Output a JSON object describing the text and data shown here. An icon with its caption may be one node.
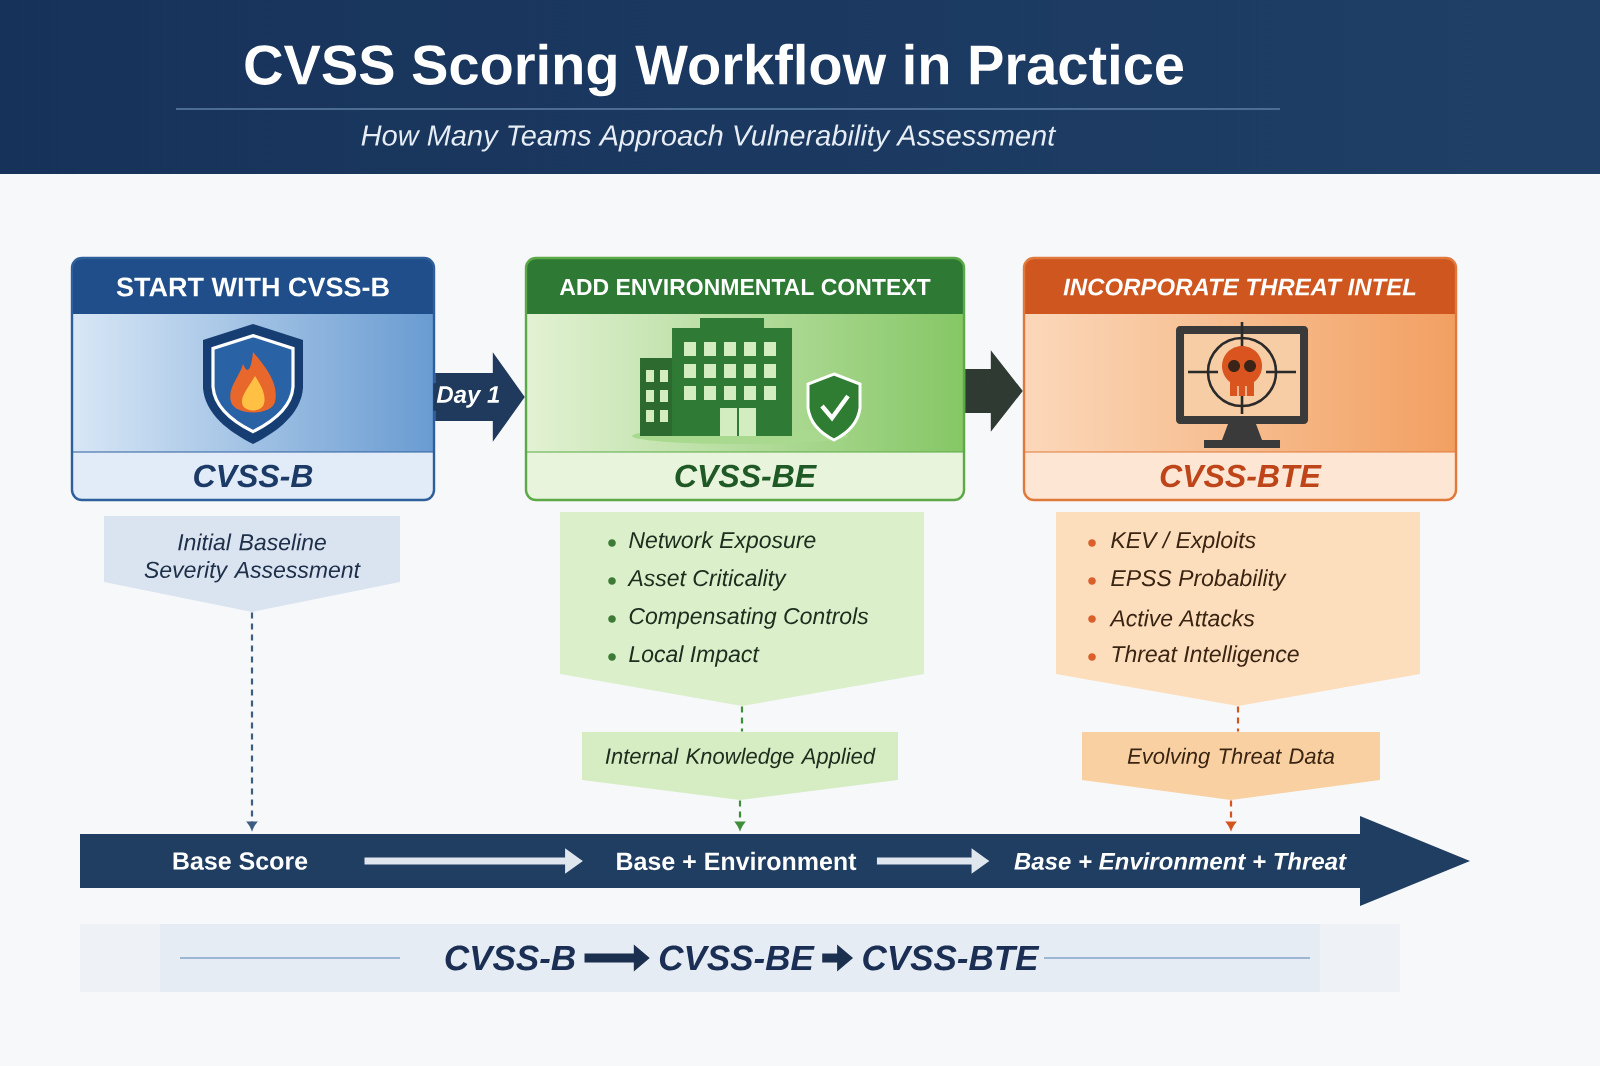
{
  "diagram": {
    "title": "CVSS Scoring Workflow in Practice",
    "nodes": [
      {
        "text": [
          "START WITH CVSS-B",
          "CVSS-B"
        ]
      },
      {
        "text": [
          "ADD ENVIRONMENTAL CONTEXT",
          "CVSS-BE"
        ]
      },
      {
        "text": [
          "INCORPORATE THREAT INTEL",
          "CVSS-BTE"
        ]
      },
      {
        "text": [
          "Initial Baseline Severity Assessment"
        ]
      },
      {
        "text": [
          "Network Exposure",
          "Asset Criticality",
          "Compensating Controls",
          "Local Impact"
        ]
      },
      {
        "text": [
          "Internal Knowledge Applied"
        ]
      },
      {
        "text": [
          "KEV / Exploits",
          "EPSS Probability",
          "Active Attacks",
          "Threat Intelligence"
        ]
      },
      {
        "text": [
          "Evolving Threat Data"
        ]
      },
      {
        "text": [],
        "shape": "arrow"
      },
      {
        "text": [
          "Base Score"
        ],
        "in": 8
      },
      {
        "text": [
          "Base + Environment"
        ],
        "in": 8
      },
      {
        "text": [
          "Base + Environment + Threat"
        ],
        "in": 8
      },
      {
        "text": [],
        "shape": "band"
      },
      {
        "text": [
          "CVSS-B"
        ],
        "in": 12
      },
      {
        "text": [
          "CVSS-BE"
        ],
        "in": 12
      },
      {
        "text": [
          "CVSS-BTE"
        ],
        "in": 12
      }
    ],
    "edges": [
      {
        "from": 0,
        "to": 1,
        "arrow": "to",
        "label": "Day 1",
        "style": "thick",
        "color": "#1f3a5c"
      },
      {
        "from": 1,
        "to": 2,
        "arrow": "to",
        "style": "thick",
        "color": "#2f3a33"
      },
      {
        "from": 3,
        "to": 9,
        "arrow": "to",
        "style": "dashed",
        "color": "#3d5d82"
      },
      {
        "from": 4,
        "to": 5,
        "arrow": "none",
        "style": "dashed",
        "color": "#3f8f3a"
      },
      {
        "from": 5,
        "to": 10,
        "arrow": "to",
        "style": "dashed",
        "color": "#3f8f3a"
      },
      {
        "from": 6,
        "to": 7,
        "arrow": "none",
        "style": "dashed",
        "color": "#d2561d"
      },
      {
        "from": 7,
        "to": 11,
        "arrow": "to",
        "style": "dashed",
        "color": "#d2561d"
      },
      {
        "from": 9,
        "to": 10,
        "arrow": "to",
        "color": "#dfe6ee"
      },
      {
        "from": 10,
        "to": 11,
        "arrow": "to",
        "color": "#dfe6ee"
      },
      {
        "from": 13,
        "to": 14,
        "arrow": "to",
        "color": "#1b2f4f"
      },
      {
        "from": 14,
        "to": 15,
        "arrow": "to",
        "color": "#1b2f4f"
      }
    ],
    "labels": [
      "How Many Teams Approach Vulnerability Assessment"
    ]
  }
}
